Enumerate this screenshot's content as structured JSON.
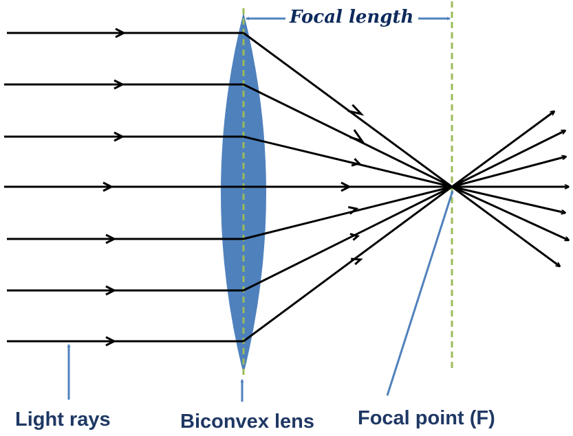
{
  "labels": {
    "light_rays": "Light rays",
    "biconvex_lens": "Biconvex lens",
    "focal_point": "Focal point (F)",
    "focal_length": "Focal length"
  },
  "colors": {
    "lens": "#4f81bd",
    "guide_line": "#9bbb59",
    "ray": "#000000",
    "pointer": "#4f81bd",
    "label_text": "#1f3864",
    "focal_length_text": "#0d2a5c",
    "background": "#ffffff"
  },
  "icons": [
    "arrow-right-icon",
    "arrow-up-icon"
  ]
}
